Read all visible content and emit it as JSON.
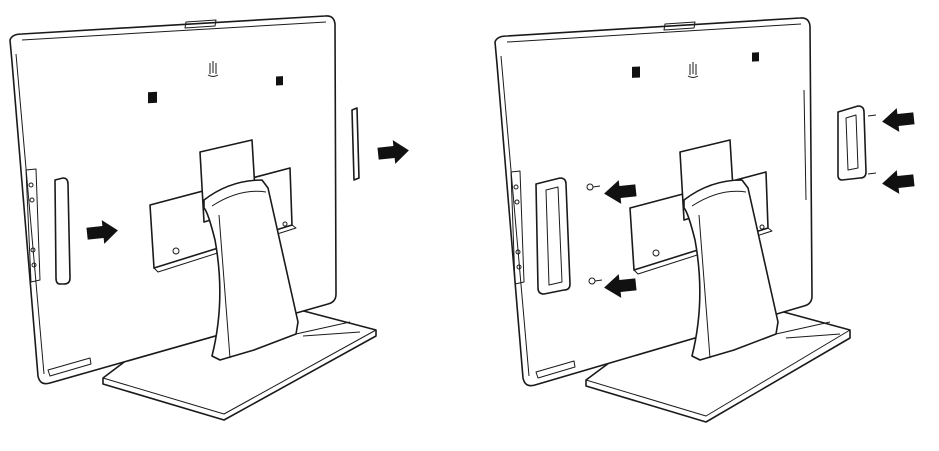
{
  "figure": {
    "panels": [
      {
        "id": "left",
        "step": "remove-side-covers",
        "arrows": [
          {
            "direction": "right",
            "target": "left-side-cover-slot"
          },
          {
            "direction": "right",
            "target": "right-side-cover-detached"
          }
        ]
      },
      {
        "id": "right",
        "step": "attach-side-handles-with-screws",
        "arrows": [
          {
            "direction": "left",
            "target": "left-upper-screw"
          },
          {
            "direction": "left",
            "target": "left-lower-screw"
          },
          {
            "direction": "left",
            "target": "right-upper-screw"
          },
          {
            "direction": "left",
            "target": "right-lower-screw"
          }
        ]
      }
    ],
    "colors": {
      "line": "#1a1a1a",
      "background": "#ffffff",
      "arrow": "#111111"
    }
  }
}
